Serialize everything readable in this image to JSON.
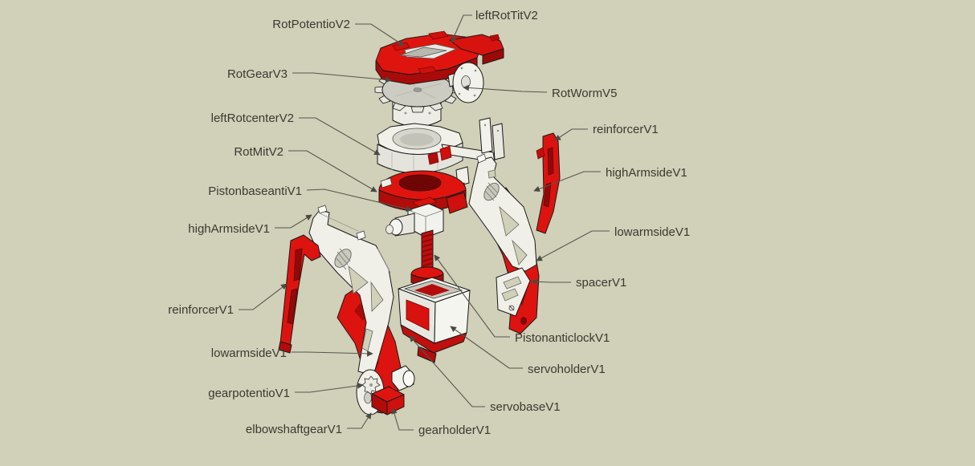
{
  "scene": {
    "type": "exploded-assembly-diagram",
    "description": "Exploded CAD view of robot arm assembly with part labels",
    "background_color": "#d1d0b8",
    "colors": {
      "part_red": "#e0140e",
      "part_red_shade": "#a80b09",
      "part_white": "#f0f0e9",
      "part_gray": "#ccccc3",
      "outline": "#1a1a1a",
      "label_text": "#3a3a32",
      "leader_line": "#56564e"
    }
  },
  "labels": [
    {
      "id": "rotpotentio",
      "text": "RotPotentioV2"
    },
    {
      "id": "leftrottit",
      "text": "leftRotTitV2"
    },
    {
      "id": "rotgear",
      "text": "RotGearV3"
    },
    {
      "id": "rotworm",
      "text": "RotWormV5"
    },
    {
      "id": "leftrotcenter",
      "text": "leftRotcenterV2"
    },
    {
      "id": "rotmit",
      "text": "RotMitV2"
    },
    {
      "id": "pistonbaseanti",
      "text": "PistonbaseantiV1"
    },
    {
      "id": "reinforcer-right",
      "text": "reinforcerV1"
    },
    {
      "id": "higharmside-right",
      "text": "highArmsideV1"
    },
    {
      "id": "lowarmside-right",
      "text": "lowarmsideV1"
    },
    {
      "id": "spacer",
      "text": "spacerV1"
    },
    {
      "id": "higharmside-left",
      "text": "highArmsideV1"
    },
    {
      "id": "reinforcer-left",
      "text": "reinforcerV1"
    },
    {
      "id": "lowarmside-left",
      "text": "lowarmsideV1"
    },
    {
      "id": "pistonanticlock",
      "text": "PistonanticlockV1"
    },
    {
      "id": "servoholder",
      "text": "servoholderV1"
    },
    {
      "id": "servobase",
      "text": "servobaseV1"
    },
    {
      "id": "gearpotentio",
      "text": "gearpotentioV1"
    },
    {
      "id": "elbowshaftgear",
      "text": "elbowshaftgearV1"
    },
    {
      "id": "gearholder",
      "text": "gearholderV1"
    }
  ]
}
